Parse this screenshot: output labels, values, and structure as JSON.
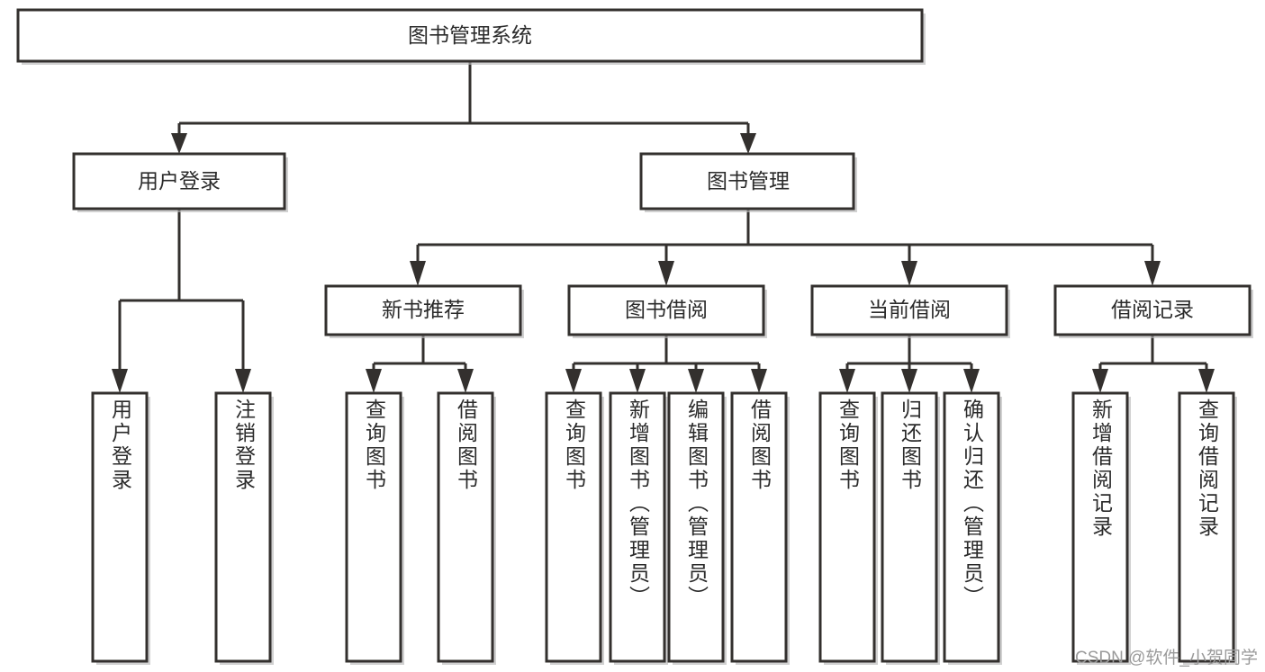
{
  "diagram": {
    "title": "图书管理系统",
    "type": "tree-hierarchy",
    "root": {
      "label": "图书管理系统"
    },
    "level2": [
      {
        "label": "用户登录"
      },
      {
        "label": "图书管理"
      }
    ],
    "level3": [
      {
        "label": "新书推荐"
      },
      {
        "label": "图书借阅"
      },
      {
        "label": "当前借阅"
      },
      {
        "label": "借阅记录"
      }
    ],
    "leaves": {
      "user_login": [
        {
          "label": "用户登录"
        },
        {
          "label": "注销登录"
        }
      ],
      "new_book_recommend": [
        {
          "label": "查询图书"
        },
        {
          "label": "借阅图书"
        }
      ],
      "book_borrow": [
        {
          "label": "查询图书"
        },
        {
          "label": "新增图书（管理员）"
        },
        {
          "label": "编辑图书（管理员）"
        },
        {
          "label": "借阅图书"
        }
      ],
      "current_borrow": [
        {
          "label": "查询图书"
        },
        {
          "label": "归还图书"
        },
        {
          "label": "确认归还（管理员）"
        }
      ],
      "borrow_record": [
        {
          "label": "新增借阅记录"
        },
        {
          "label": "查询借阅记录"
        }
      ]
    }
  },
  "watermark": {
    "text": "CSDN @软件_小贺同学"
  },
  "colors": {
    "stroke": "#33302e",
    "fill": "#ffffff",
    "text": "#2b2b2b",
    "watermark": "#9a9a9a"
  }
}
